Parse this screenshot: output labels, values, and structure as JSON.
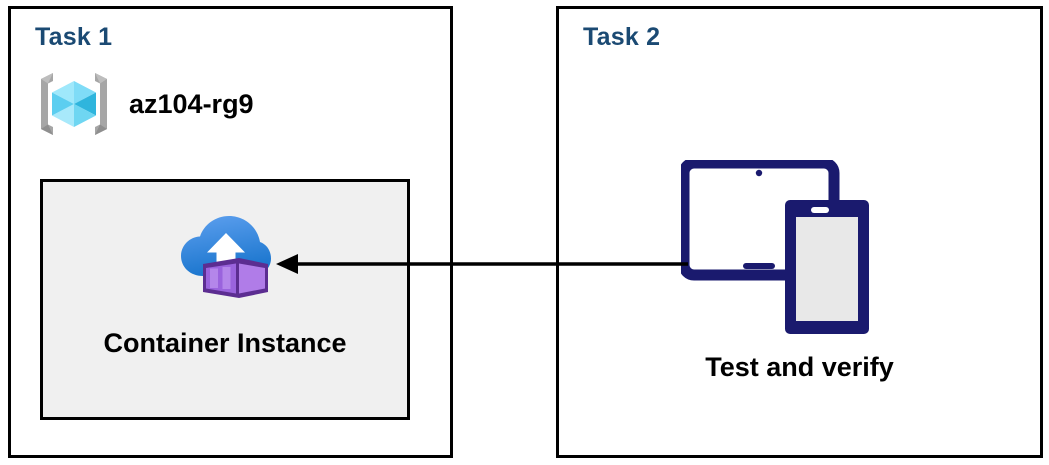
{
  "diagram": {
    "title": "Azure Container Instance task diagram",
    "background": "#ffffff",
    "panel_border_color": "#000000",
    "task_label_color": "#1b4a73",
    "resource_box_fill": "#f0f0f0",
    "arrow_color": "#000000",
    "device_icon_color": "#1a1a6e"
  },
  "task1": {
    "label": "Task 1",
    "resource_group": {
      "icon": "resource-group-icon",
      "name": "az104-rg9"
    },
    "resource": {
      "icon": "container-instance-icon",
      "label": "Container Instance"
    }
  },
  "task2": {
    "label": "Task 2",
    "devices": {
      "icon": "tablet-and-phone-icon",
      "label": "Test and verify"
    }
  },
  "connector": {
    "name": "arrow-left",
    "from": "Test and verify",
    "to": "Container Instance",
    "direction": "left"
  }
}
